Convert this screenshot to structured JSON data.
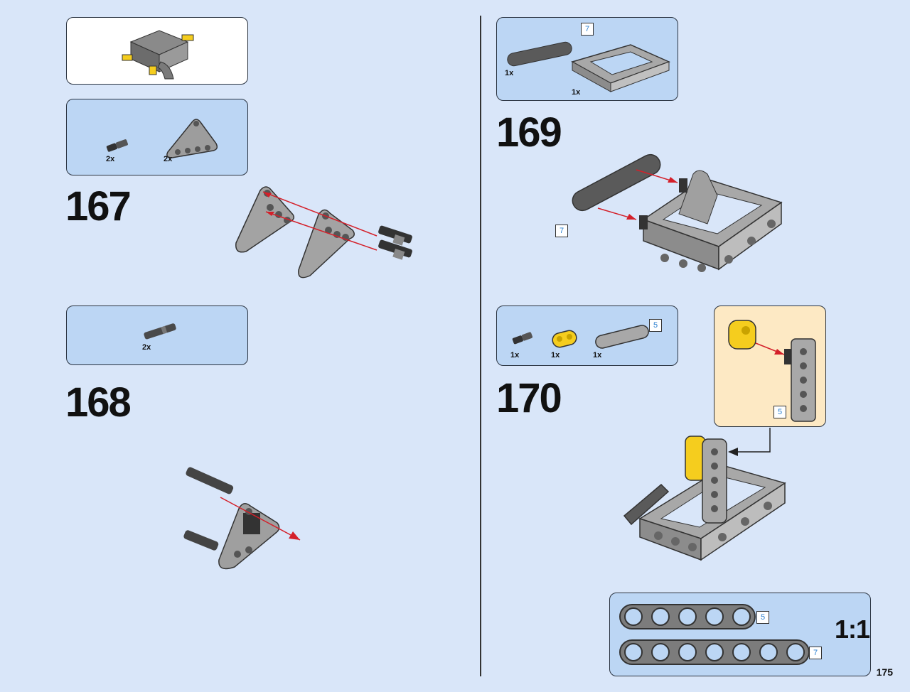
{
  "page_number": "175",
  "steps": [
    {
      "number": "167",
      "parts": [
        {
          "qty": "2x",
          "icon": "pin-icon"
        },
        {
          "qty": "2x",
          "icon": "triangle-beam-icon"
        }
      ]
    },
    {
      "number": "168",
      "parts": [
        {
          "qty": "2x",
          "icon": "axle-pin-icon"
        }
      ]
    },
    {
      "number": "169",
      "parts": [
        {
          "qty": "1x",
          "icon": "beam-7-icon",
          "length": "7"
        },
        {
          "qty": "1x",
          "icon": "frame-icon"
        }
      ],
      "callout_length": "7"
    },
    {
      "number": "170",
      "parts": [
        {
          "qty": "1x",
          "icon": "pin-icon"
        },
        {
          "qty": "1x",
          "icon": "yellow-connector-icon"
        },
        {
          "qty": "1x",
          "icon": "beam-5-icon",
          "length": "5"
        }
      ],
      "subassembly_length": "5"
    }
  ],
  "scale_ruler": {
    "label": "1:1",
    "beams": [
      {
        "length": "5",
        "holes": 5
      },
      {
        "length": "7",
        "holes": 7
      }
    ]
  },
  "colors": {
    "background": "#d9e6f9",
    "parts_box": "#bcd6f4",
    "subassembly_box": "#fde9c4",
    "arrow": "#d4202a",
    "light_gray": "#a8a8a8",
    "dark_gray": "#5a5a5a",
    "yellow": "#f5cd1e"
  }
}
